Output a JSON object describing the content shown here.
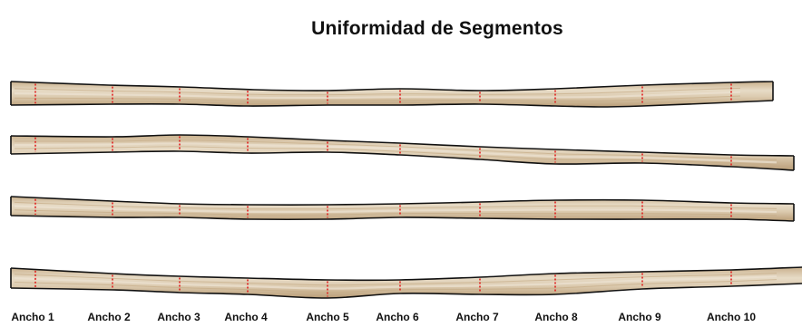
{
  "title": "Uniformidad de Segmentos",
  "colors": {
    "strip_fill": "#d6c2a2",
    "strip_light": "#ece3d3",
    "strip_outline": "#111111",
    "marker": "#e02020"
  },
  "strip_count": 4,
  "width_labels": [
    "Ancho 1",
    "Ancho 2",
    "Ancho 3",
    "Ancho 4",
    "Ancho 5",
    "Ancho 6",
    "Ancho 7",
    "Ancho 8",
    "Ancho 9",
    "Ancho 10"
  ]
}
